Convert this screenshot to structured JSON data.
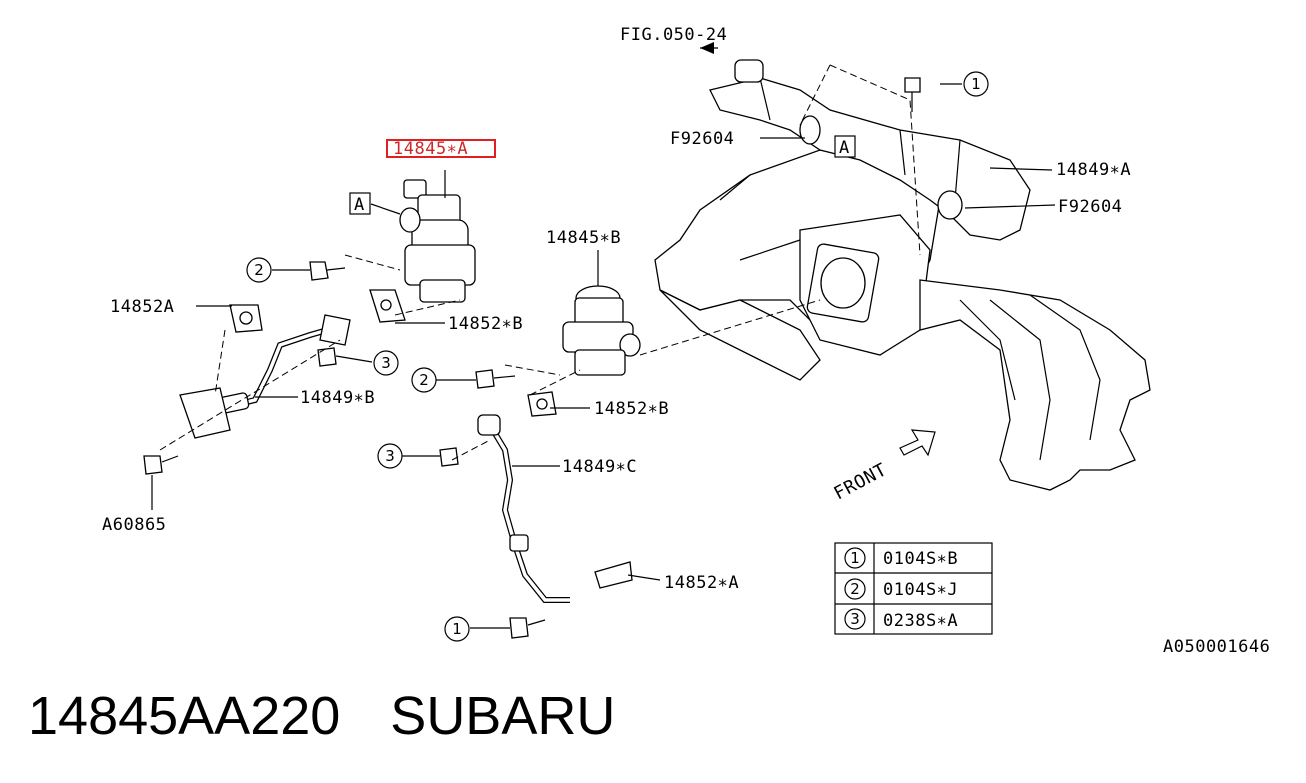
{
  "labels": {
    "fig_ref": "FIG.050-24",
    "clamp_top": "F92604",
    "clamp_right": "F92604",
    "pipe_a": "14849∗A",
    "valve_a": "14845∗A",
    "valve_b": "14845∗B",
    "gasket_a_left": "14852A",
    "gasket_b_upper": "14852∗B",
    "gasket_b_lower": "14852∗B",
    "pipe_b": "14849∗B",
    "pipe_c": "14849∗C",
    "gasket_a_lower": "14852∗A",
    "bolt_ref": "A60865",
    "front": "FRONT",
    "ref_a_1": "A",
    "ref_a_2": "A",
    "diagram_id": "A050001646"
  },
  "callouts": {
    "c1_top": "1",
    "c2_left": "2",
    "c3_left": "3",
    "c2_mid": "2",
    "c3_mid": "3",
    "c1_bottom": "1"
  },
  "legend": [
    {
      "num": "1",
      "code": "0104S∗B"
    },
    {
      "num": "2",
      "code": "0104S∗J"
    },
    {
      "num": "3",
      "code": "0238S∗A"
    }
  ],
  "highlight": {
    "part": "valve_a",
    "color": "#e02020"
  },
  "caption": {
    "part_number": "14845AA220",
    "brand": "SUBARU"
  }
}
